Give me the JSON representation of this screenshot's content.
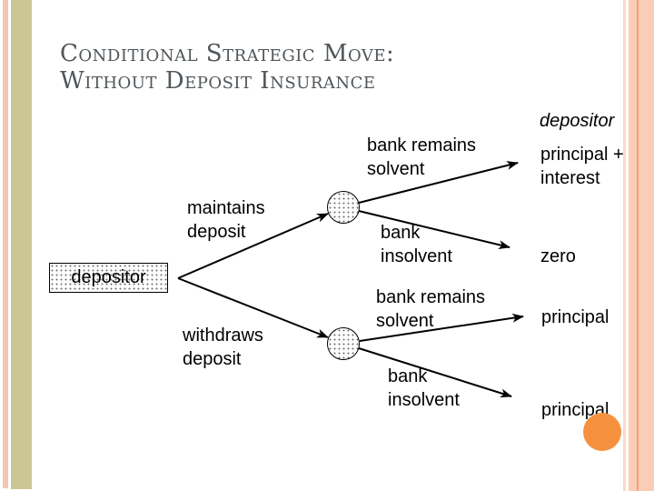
{
  "slide": {
    "title": "Conditional Strategic Move:\nWithout Deposit Insurance",
    "accent_colors": {
      "salmon_stripe": "#f4c6b4",
      "khaki_stripe": "#cbc794",
      "orange_circle": "#f5913e",
      "title_text": "#50565a"
    }
  },
  "tree": {
    "root_label": "depositor",
    "payoff_column_header": "depositor",
    "branches": [
      {
        "action": "maintains\ndeposit",
        "outcomes": [
          {
            "event": "bank remains\nsolvent",
            "payoff": "principal +\ninterest"
          },
          {
            "event": "bank\ninsolvent",
            "payoff": "zero"
          }
        ]
      },
      {
        "action": "withdraws\ndeposit",
        "outcomes": [
          {
            "event": "bank remains\nsolvent",
            "payoff": "principal"
          },
          {
            "event": "bank\ninsolvent",
            "payoff": "principal"
          }
        ]
      }
    ]
  }
}
